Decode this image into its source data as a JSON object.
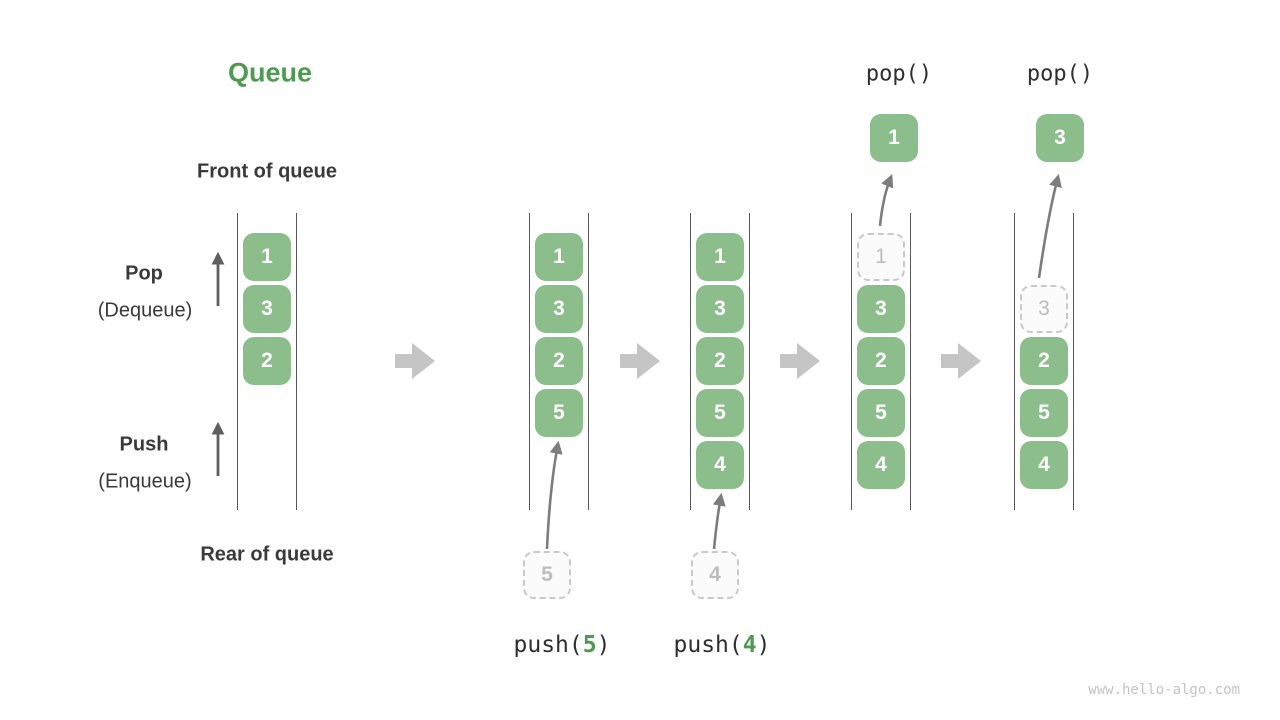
{
  "title": "Queue",
  "labels": {
    "front": "Front of queue",
    "rear": "Rear of queue",
    "pop": "Pop",
    "pop_sub": "(Dequeue)",
    "push": "Push",
    "push_sub": "(Enqueue)"
  },
  "operations": {
    "pop_left": "pop()",
    "pop_right": "pop()",
    "push_fn": "push(",
    "push_close": ")"
  },
  "columns": [
    {
      "items": [
        "1",
        "3",
        "2"
      ]
    },
    {
      "items": [
        "1",
        "3",
        "2",
        "5"
      ],
      "incoming": "5"
    },
    {
      "items": [
        "1",
        "3",
        "2",
        "5",
        "4"
      ],
      "incoming": "4"
    },
    {
      "items": [
        "3",
        "2",
        "5",
        "4"
      ],
      "ghost": "1",
      "popped": "1"
    },
    {
      "items": [
        "2",
        "5",
        "4"
      ],
      "ghost": "3",
      "popped": "3"
    }
  ],
  "watermark": "www.hello-algo.com",
  "colors": {
    "box_green": "#8cbe8c",
    "title_green": "#4c9b4f",
    "dark_text": "#3a3a3a",
    "block_arrow_gray": "#c5c5c5",
    "thin_arrow_gray": "#7d7d7d",
    "ghost_border": "#c9c9c9",
    "ghost_text": "#bdbdbd"
  }
}
